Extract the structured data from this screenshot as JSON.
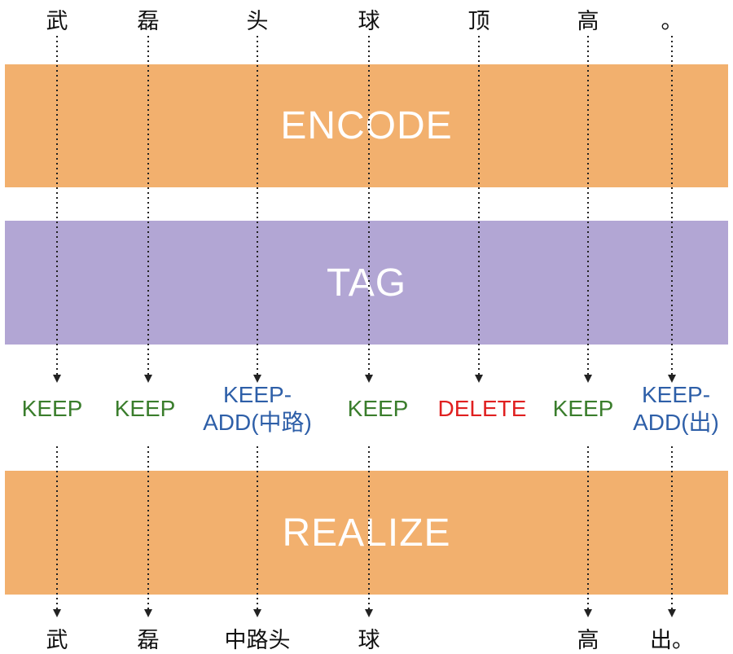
{
  "colors": {
    "encode": "#f2b06e",
    "tag": "#b2a6d4",
    "realize": "#f2b06e",
    "keep": "#3a7d2c",
    "keep_add": "#2e5fa8",
    "delete": "#e02020",
    "arrow": "#222222"
  },
  "layers": {
    "encode": "ENCODE",
    "tag": "TAG",
    "realize": "REALIZE"
  },
  "source_tokens": [
    "武",
    "磊",
    "头",
    "球",
    "顶",
    "高",
    "。"
  ],
  "operations": [
    {
      "lines": [
        "KEEP"
      ],
      "type": "keep"
    },
    {
      "lines": [
        "KEEP"
      ],
      "type": "keep"
    },
    {
      "lines": [
        "KEEP-",
        "ADD(中路)"
      ],
      "type": "keep_add"
    },
    {
      "lines": [
        "KEEP"
      ],
      "type": "keep"
    },
    {
      "lines": [
        "DELETE"
      ],
      "type": "delete"
    },
    {
      "lines": [
        "KEEP"
      ],
      "type": "keep"
    },
    {
      "lines": [
        "KEEP-",
        "ADD(出)"
      ],
      "type": "keep_add"
    }
  ],
  "output_tokens": [
    "武",
    "磊",
    "中路头",
    "球",
    "",
    "高",
    "出。"
  ]
}
